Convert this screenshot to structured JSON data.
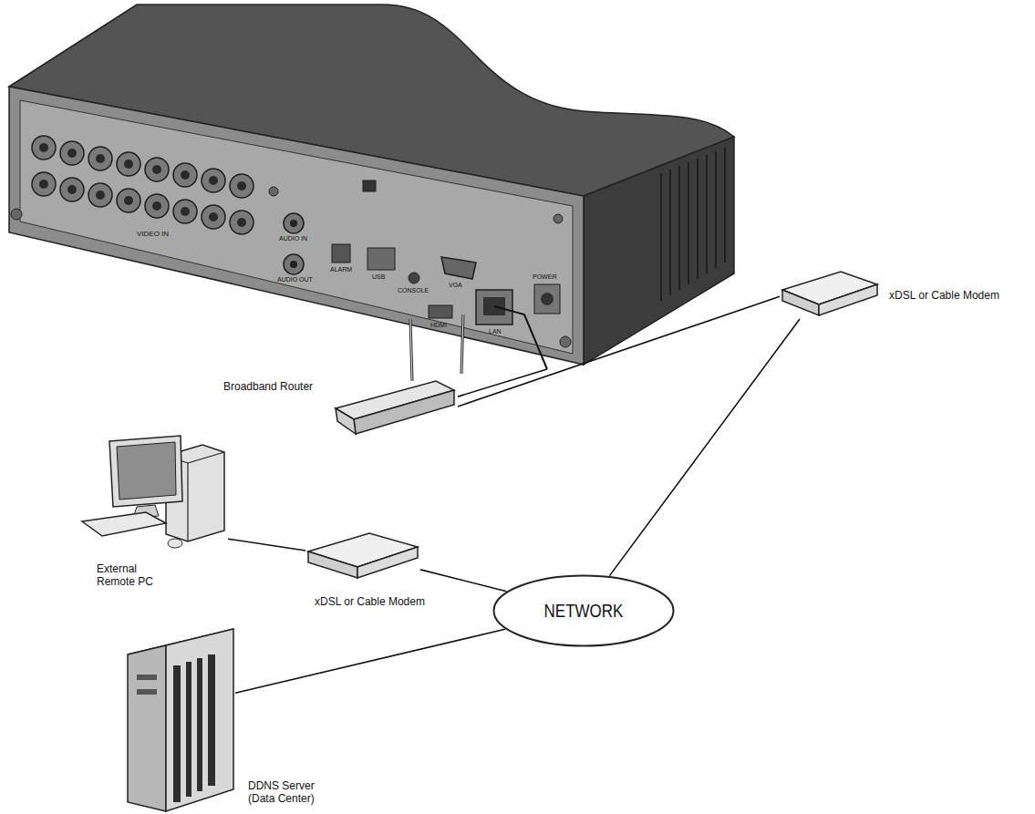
{
  "diagram": {
    "nodes": [
      {
        "text": [
          "VIDEO IN",
          "AUDIO IN",
          "AUDIO OUT",
          "ALARM",
          "USB",
          "CONSOLE",
          "VGA",
          "HDMI",
          "LAN",
          "POWER"
        ]
      },
      {
        "text": [
          "Broadband Router"
        ]
      },
      {
        "text": [
          "xDSL or Cable Modem"
        ]
      },
      {
        "text": [
          "External Remote PC"
        ]
      },
      {
        "text": [
          "xDSL or Cable Modem"
        ]
      },
      {
        "text": [
          "NETWORK"
        ]
      },
      {
        "text": [
          "DDNS Server (Data Center)"
        ]
      }
    ],
    "edges": [
      {
        "from": 0,
        "to": 1,
        "arrow": "none"
      },
      {
        "from": 1,
        "to": 2,
        "arrow": "none"
      },
      {
        "from": 2,
        "to": 5,
        "arrow": "none"
      },
      {
        "from": 3,
        "to": 4,
        "arrow": "none"
      },
      {
        "from": 4,
        "to": 5,
        "arrow": "none"
      },
      {
        "from": 6,
        "to": 5,
        "arrow": "none"
      }
    ]
  }
}
